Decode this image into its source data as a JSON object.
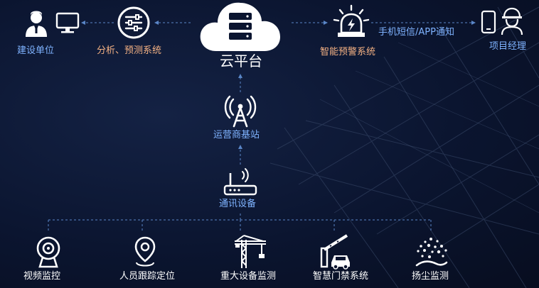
{
  "cloud": {
    "label": "云平台"
  },
  "top_left": {
    "client_label": "建设单位",
    "analysis_label": "分析、预测系统"
  },
  "top_right": {
    "warning_label": "智能预警系统",
    "notify_label": "手机短信/APP通知",
    "manager_label": "项目经理"
  },
  "middle": {
    "base_station_label": "运营商基站",
    "comm_device_label": "通讯设备"
  },
  "bottom_devices": [
    {
      "label": "视频监控",
      "icon": "camera-icon"
    },
    {
      "label": "人员跟踪定位",
      "icon": "location-pin-icon"
    },
    {
      "label": "重大设备监测",
      "icon": "tower-crane-icon"
    },
    {
      "label": "智慧门禁系统",
      "icon": "barrier-gate-icon"
    },
    {
      "label": "扬尘监测",
      "icon": "dust-icon"
    }
  ],
  "colors": {
    "background": "#0b1530",
    "blue_text": "#7fb3ff",
    "orange_text": "#f4b183",
    "connector": "#5a86c8"
  }
}
